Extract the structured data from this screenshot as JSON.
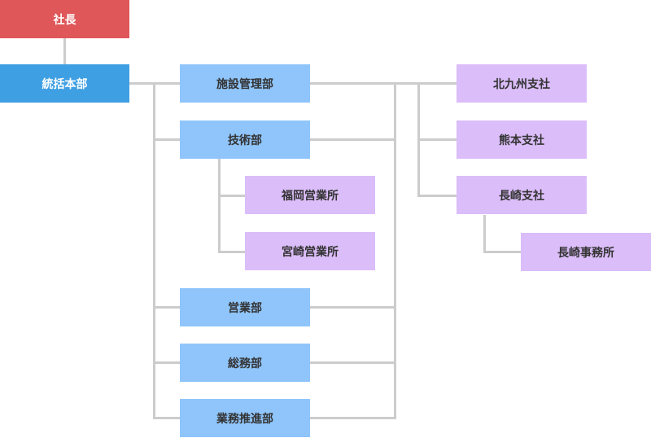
{
  "chart_data": {
    "type": "org-chart",
    "nodes": [
      {
        "id": "ceo",
        "label": "社長",
        "kind": "top"
      },
      {
        "id": "hq",
        "label": "統括本部",
        "kind": "headquarters",
        "parent": "ceo"
      },
      {
        "id": "facility",
        "label": "施設管理部",
        "kind": "department",
        "parent": "hq"
      },
      {
        "id": "tech",
        "label": "技術部",
        "kind": "department",
        "parent": "hq"
      },
      {
        "id": "fukuoka",
        "label": "福岡営業所",
        "kind": "office",
        "parent": "tech"
      },
      {
        "id": "miyazaki",
        "label": "宮崎営業所",
        "kind": "office",
        "parent": "tech"
      },
      {
        "id": "sales",
        "label": "営業部",
        "kind": "department",
        "parent": "hq"
      },
      {
        "id": "general",
        "label": "総務部",
        "kind": "department",
        "parent": "hq"
      },
      {
        "id": "promo",
        "label": "業務推進部",
        "kind": "department",
        "parent": "hq"
      },
      {
        "id": "kitakyushu",
        "label": "北九州支社",
        "kind": "branch",
        "parent": "departments"
      },
      {
        "id": "kumamoto",
        "label": "熊本支社",
        "kind": "branch",
        "parent": "departments"
      },
      {
        "id": "nagasaki",
        "label": "長崎支社",
        "kind": "branch",
        "parent": "departments"
      },
      {
        "id": "nagasaki_office",
        "label": "長崎事務所",
        "kind": "office",
        "parent": "nagasaki"
      }
    ],
    "colors": {
      "top": "#df5759",
      "headquarters": "#3f9fe3",
      "department": "#8fc5fb",
      "branch": "#dbbdf9",
      "connector": "#cccccc"
    }
  }
}
